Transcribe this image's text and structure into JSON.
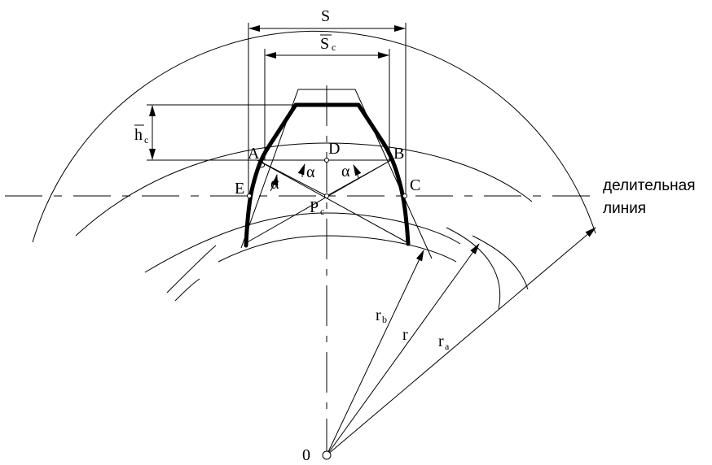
{
  "labels": {
    "S": "S",
    "Sc_main": "S",
    "Sc_sub": "c",
    "hc_main": "h",
    "hc_sub": "c",
    "A": "A",
    "B": "B",
    "C": "C",
    "D": "D",
    "E": "E",
    "Pc_main": "P",
    "Pc_sub": "c",
    "alpha1": "α",
    "alpha2": "α",
    "alpha3": "α",
    "rb_main": "r",
    "rb_sub": "b",
    "r": "r",
    "ra_main": "r",
    "ra_sub": "a",
    "origin": "0",
    "pitch_line_1": "делительная",
    "pitch_line_2": "линия"
  }
}
